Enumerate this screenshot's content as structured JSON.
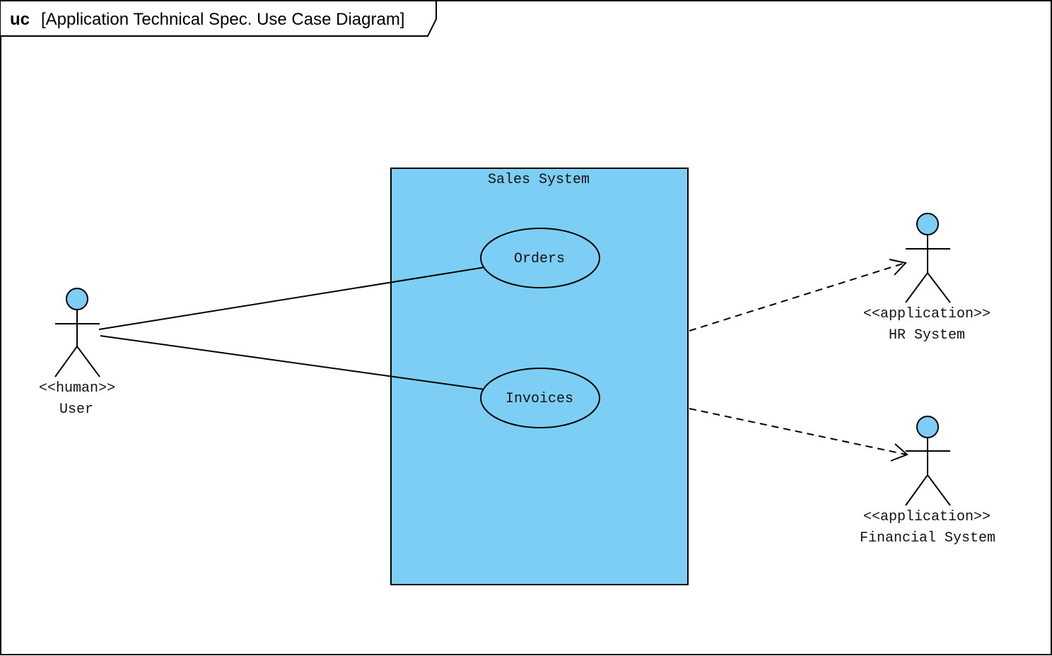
{
  "frame": {
    "kind": "uc",
    "name": "[Application Technical Spec. Use Case Diagram]"
  },
  "colors": {
    "fill": "#7ccef4",
    "stroke": "#000000",
    "background": "#ffffff"
  },
  "system": {
    "name": "Sales System"
  },
  "use_cases": {
    "orders": "Orders",
    "invoices": "Invoices"
  },
  "actors": {
    "user": {
      "stereotype": "<<human>>",
      "name": "User"
    },
    "hr": {
      "stereotype": "<<application>>",
      "name": "HR System"
    },
    "financial": {
      "stereotype": "<<application>>",
      "name": "Financial System"
    }
  }
}
